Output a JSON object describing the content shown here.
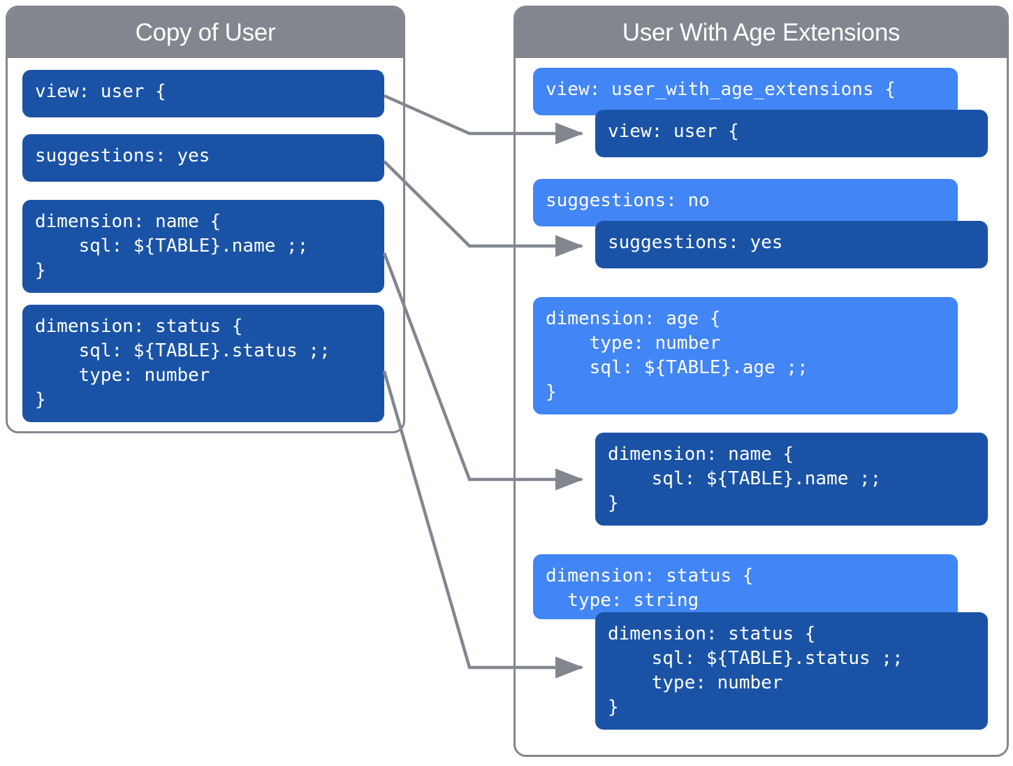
{
  "diagram": {
    "title_left": "Copy of User",
    "title_right": "User With Age Extensions",
    "colors": {
      "header_gray": "#82878F",
      "block_dark_blue": "#1A53A6",
      "block_light_blue": "#4285F4",
      "connector_gray": "#82878F",
      "panel_background": "#FFFFFF",
      "text_white": "#FFFFFF"
    }
  },
  "left_panel": {
    "header": "Copy of User",
    "blocks": [
      {
        "id": "left-view",
        "text": "view: user {"
      },
      {
        "id": "left-suggestions",
        "text": "suggestions: yes"
      },
      {
        "id": "left-dimension-name",
        "text": "dimension: name {\n    sql: ${TABLE}.name ;;\n}"
      },
      {
        "id": "left-dimension-status",
        "text": "dimension: status {\n    sql: ${TABLE}.status ;;\n    type: number\n}"
      }
    ]
  },
  "right_panel": {
    "header": "User With Age Extensions",
    "blocks": [
      {
        "id": "right-view-extended",
        "variant": "light",
        "text": "view: user_with_age_extensions {"
      },
      {
        "id": "right-view-inherited",
        "variant": "dark",
        "text": "view: user {"
      },
      {
        "id": "right-suggestions-override",
        "variant": "light",
        "text": "suggestions: no"
      },
      {
        "id": "right-suggestions-inherited",
        "variant": "dark",
        "text": "suggestions: yes"
      },
      {
        "id": "right-dimension-age",
        "variant": "light",
        "text": "dimension: age {\n    type: number\n    sql: ${TABLE}.age ;;\n}"
      },
      {
        "id": "right-dimension-name-inherited",
        "variant": "dark",
        "text": "dimension: name {\n    sql: ${TABLE}.name ;;\n}"
      },
      {
        "id": "right-dimension-status-override",
        "variant": "light",
        "text": "dimension: status {\n  type: string"
      },
      {
        "id": "right-dimension-status-inherited",
        "variant": "dark",
        "text": "dimension: status {\n    sql: ${TABLE}.status ;;\n    type: number\n}"
      }
    ]
  },
  "connectors": [
    {
      "id": "wire-view",
      "from": "left-view",
      "to": "right-view-inherited"
    },
    {
      "id": "wire-suggestions",
      "from": "left-suggestions",
      "to": "right-suggestions-inherited"
    },
    {
      "id": "wire-dimension-name",
      "from": "left-dimension-name",
      "to": "right-dimension-name-inherited"
    },
    {
      "id": "wire-dimension-status",
      "from": "left-dimension-status",
      "to": "right-dimension-status-inherited"
    }
  ]
}
